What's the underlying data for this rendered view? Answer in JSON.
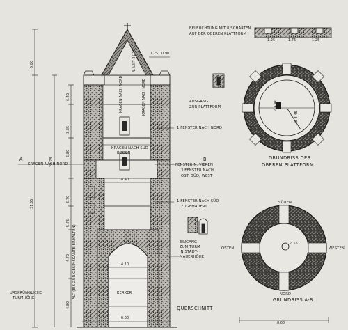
{
  "drawing": {
    "section_title": "QUERSCHNITT",
    "upper_plan_title_1": "GRUNDRISS DER",
    "upper_plan_title_2": "OBEREN PLATTFORM",
    "lower_plan_title": "GRUNDRISS A-B"
  },
  "annotations": {
    "beleuchtung_1": "BELEUCHTUNG MIT 8 SCHARTEN",
    "beleuchtung_2": "AUF DER OBEREN PLATTFORM",
    "ausgang_1": "AUSGANG",
    "ausgang_2": "ZUR PLATTFORM",
    "fenster_nord": "1 FENSTER NACH NORD",
    "fenster_vier_1": "FENSTER N. VIEREN",
    "fenster_vier_2": "3 FENSTER NACH",
    "fenster_vier_3": "OST, SÜD, WEST",
    "fenster_sued_1": "1 FENSTER NACH SÜD",
    "fenster_sued_2": "ZUGEMAUERT",
    "eingang_1": "EINGANG",
    "eingang_2": "ZUM TURM",
    "eingang_3": "IN STADT-",
    "eingang_4": "MAUERHÖHE",
    "kragen_nord": "KRAGEN NACH NORD",
    "kragen_sued": "KRAGEN NACH SÜD",
    "kragen_oben": "KRAGEN NACH NORD",
    "boden": "BODEN",
    "kerker": "KERKER",
    "urspruengl_1": "URSPRÜNGLICHE",
    "urspruengl_2": "TURMHÖHE",
    "vertical_note": "ALT (BIS ZUR GESIMSKANTE ERHALTEN)"
  },
  "compass": {
    "north": "NORD",
    "south": "SÜDEN",
    "east": "OSTEN",
    "west": "WESTEN"
  },
  "section_marks": {
    "a": "A",
    "b": "B"
  },
  "dimensions": {
    "top_total": "6.80",
    "main_total": "31.65",
    "shaft": "23.78",
    "d1": "6.40",
    "d2": "3.85",
    "d3": "6.80",
    "d4": "6.70",
    "d5": "5.75",
    "d6": "4.70",
    "d7": "4.80",
    "w_shaft": "4.10",
    "w_mid": "4.40",
    "w_base": "6.60",
    "w_roof_1": "1.25",
    "w_roof_2": "0.90",
    "w_crenel_1": "1.25",
    "w_crenel_2": "1.75",
    "w_crenel_3": "1.25",
    "lower_diameter": "8.60",
    "upper_inner": "ø 3.45",
    "upper_outer": "ø 4.40",
    "lower_inner": "ø 55",
    "roof_note": "N. LEIT 25.10",
    "roof_note_2": "KRAGEN NACH NORD",
    "roof_note_3": "KRAGEN NACH NORD"
  }
}
